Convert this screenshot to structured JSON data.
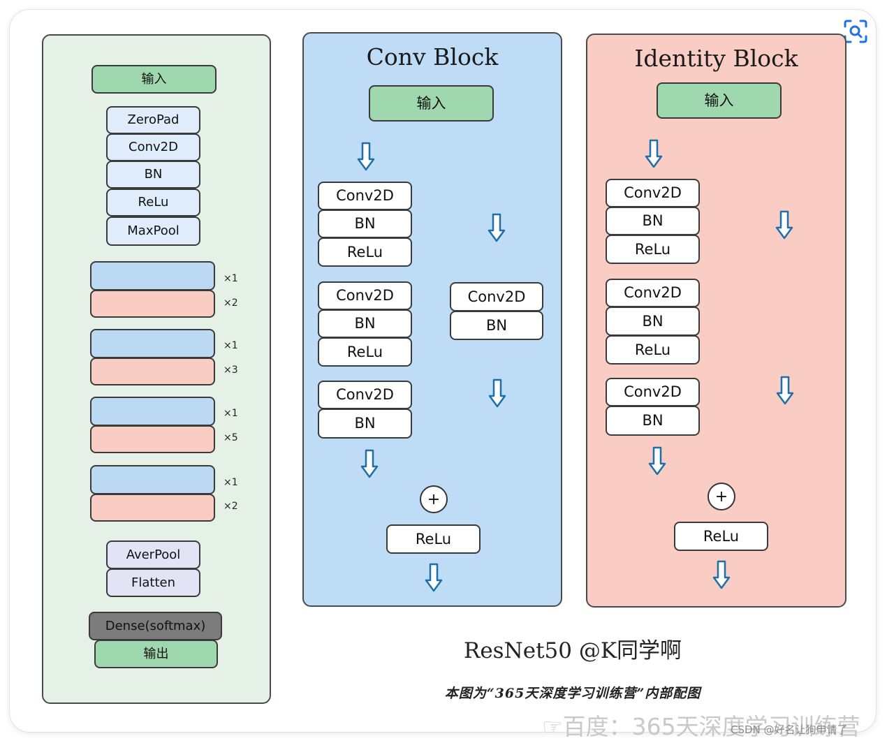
{
  "left_panel": {
    "input": "输入",
    "stem": [
      "ZeroPad",
      "Conv2D",
      "BN",
      "ReLu",
      "MaxPool"
    ],
    "stages": [
      {
        "conv_mult": "×1",
        "identity_mult": "×2"
      },
      {
        "conv_mult": "×1",
        "identity_mult": "×3"
      },
      {
        "conv_mult": "×1",
        "identity_mult": "×5"
      },
      {
        "conv_mult": "×1",
        "identity_mult": "×2"
      }
    ],
    "tail": [
      "AverPool",
      "Flatten"
    ],
    "dense": "Dense(softmax)",
    "output": "输出"
  },
  "conv_block": {
    "title": "Conv Block",
    "input": "输入",
    "main_path": [
      "Conv2D",
      "BN",
      "ReLu",
      "Conv2D",
      "BN",
      "ReLu",
      "Conv2D",
      "BN"
    ],
    "shortcut": [
      "Conv2D",
      "BN"
    ],
    "add": "+",
    "relu": "ReLu"
  },
  "identity_block": {
    "title": "Identity Block",
    "input": "输入",
    "main_path": [
      "Conv2D",
      "BN",
      "ReLu",
      "Conv2D",
      "BN",
      "ReLu",
      "Conv2D",
      "BN"
    ],
    "add": "+",
    "relu": "ReLu"
  },
  "caption": {
    "title": "ResNet50 @K同学啊",
    "subtitle": "本图为“365天深度学习训练营”内部配图"
  },
  "watermark": {
    "main": "☞百度：365天深度学习训练营",
    "csdn": "CSDN @好名让狗申请了"
  },
  "colors": {
    "left_bg": "#e5f1e6",
    "conv_bg": "#bedcf5",
    "identity_bg": "#f9cdc4",
    "input_green": "#9fd8ae",
    "arrow_blue": "#1f6ea8",
    "dense_gray": "#7c7c7c"
  },
  "icons": {
    "arrow": "down-arrow-icon",
    "lens": "visual-search-icon"
  }
}
